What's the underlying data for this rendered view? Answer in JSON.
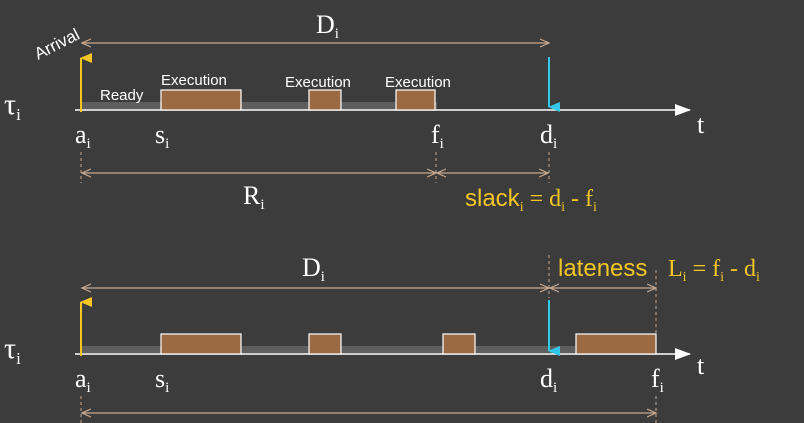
{
  "colors": {
    "background": "#3c3c3c",
    "text": "#ffffff",
    "dimension": "#c9a98e",
    "exec_fill": "#9b6a43",
    "exec_stroke": "#ffffff",
    "ready_bar": "#5e5e5e",
    "axis": "#ffffff",
    "arrival_arrow": "#f3c623",
    "deadline_arrow": "#32c8e8",
    "highlight": "#f3c623"
  },
  "top": {
    "arrival_label": "Arrival",
    "ready_label": "Ready",
    "exec_labels": [
      "Execution",
      "Execution",
      "Execution"
    ],
    "task": {
      "base": "τ",
      "sub": "i"
    },
    "time_label": "t",
    "deadline_span": {
      "base": "D",
      "sub": "i"
    },
    "response_span": {
      "base": "R",
      "sub": "i"
    },
    "ticks": {
      "a": {
        "base": "a",
        "sub": "i"
      },
      "s": {
        "base": "s",
        "sub": "i"
      },
      "f": {
        "base": "f",
        "sub": "i"
      },
      "d": {
        "base": "d",
        "sub": "i"
      }
    },
    "slack": {
      "word": "slack",
      "sub": "i",
      "eq": " = ",
      "d": "d",
      "d_sub": "i",
      "minus": " - ",
      "f": "f",
      "f_sub": "i"
    }
  },
  "bottom": {
    "task": {
      "base": "τ",
      "sub": "i"
    },
    "time_label": "t",
    "deadline_span": {
      "base": "D",
      "sub": "i"
    },
    "lateness_word": "lateness",
    "lateness_formula": {
      "L": "L",
      "L_sub": "i",
      "eq": " = ",
      "f": "f",
      "f_sub": "i",
      "minus": " - ",
      "d": "d",
      "d_sub": "i"
    },
    "ticks": {
      "a": {
        "base": "a",
        "sub": "i"
      },
      "s": {
        "base": "s",
        "sub": "i"
      },
      "d": {
        "base": "d",
        "sub": "i"
      },
      "f": {
        "base": "f",
        "sub": "i"
      }
    }
  }
}
